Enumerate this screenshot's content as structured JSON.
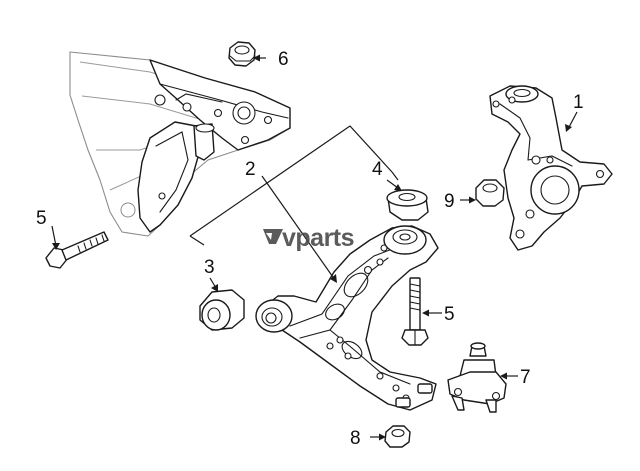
{
  "watermark": {
    "brand": "vparts",
    "logo_icon": "v-wing-logo-icon",
    "color": "#4a4a4a"
  },
  "callouts": {
    "steering_knuckle": "1",
    "control_arm": "2",
    "front_bushing": "3",
    "rear_bushing": "4",
    "bolt_left": "5",
    "bolt_right": "5",
    "nut_top": "6",
    "ball_joint": "7",
    "nut_bottom": "8",
    "nut_right": "9"
  },
  "colors": {
    "line": "#1a1a1a",
    "subframe_line": "#8c8c8c",
    "background": "#ffffff"
  }
}
